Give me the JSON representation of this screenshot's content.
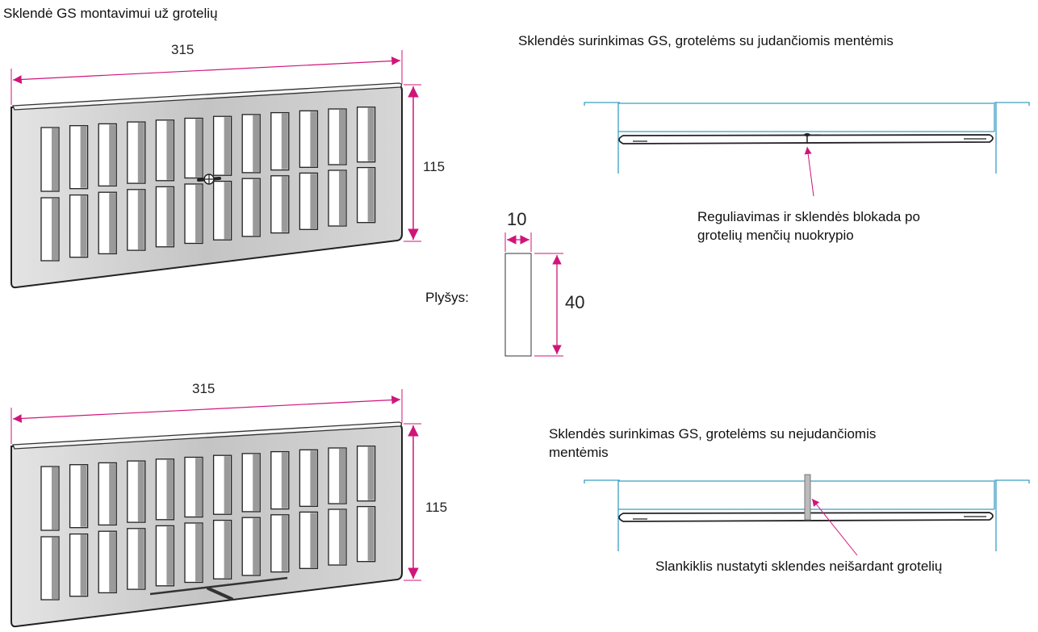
{
  "title": "Sklendė GS montavimui už grotelių",
  "grille_top": {
    "width_label": "315",
    "height_label": "115",
    "control": "screw"
  },
  "grille_bottom": {
    "width_label": "315",
    "height_label": "115",
    "control": "slider"
  },
  "slot": {
    "label": "Plyšys:",
    "width_label": "10",
    "height_label": "40"
  },
  "assembly_movable": {
    "title": "Sklendės surinkimas GS, grotelėms su judančiomis mentėmis",
    "note_line1": "Reguliavimas ir sklendės blokada po",
    "note_line2": "grotelių menčių nuokrypio"
  },
  "assembly_fixed": {
    "title_line1": "Sklendės surinkimas GS, grotelėms su nejudančiomis",
    "title_line2": "mentėmis",
    "note": "Slankiklis nustatyti sklendes neišardant grotelių"
  },
  "colors": {
    "dimension": "#d0157a",
    "frame": "#3a9fc4",
    "grille": "#c9c9c9"
  }
}
